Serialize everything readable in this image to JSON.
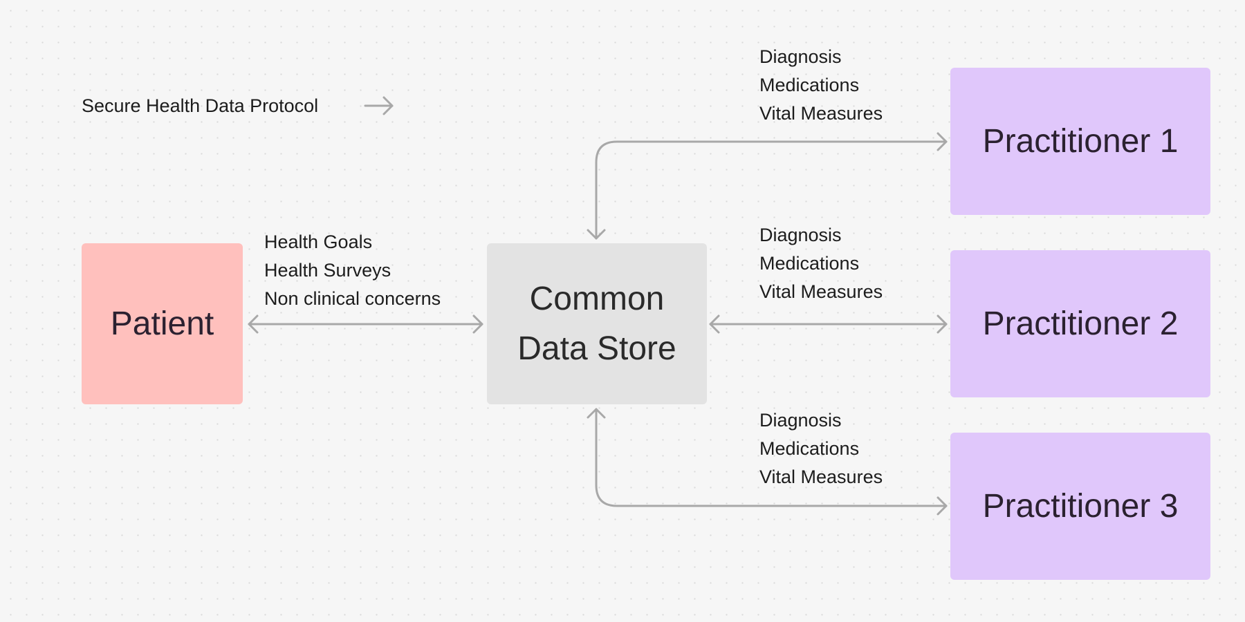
{
  "legend": {
    "text": "Secure Health Data Protocol"
  },
  "nodes": {
    "patient": {
      "label": "Patient",
      "color": "#ffc0bd"
    },
    "store": {
      "label": "Common\nData Store",
      "color": "#e3e3e3"
    },
    "practitioner_1": {
      "label": "Practitioner 1",
      "color": "#e0c7fb"
    },
    "practitioner_2": {
      "label": "Practitioner 2",
      "color": "#e0c7fb"
    },
    "practitioner_3": {
      "label": "Practitioner 3",
      "color": "#e0c7fb"
    }
  },
  "edge_labels": {
    "patient_store": [
      "Health Goals",
      "Health Surveys",
      "Non clinical concerns"
    ],
    "store_practitioner_1": [
      "Diagnosis",
      "Medications",
      "Vital Measures"
    ],
    "store_practitioner_2": [
      "Diagnosis",
      "Medications",
      "Vital Measures"
    ],
    "store_practitioner_3": [
      "Diagnosis",
      "Medications",
      "Vital Measures"
    ]
  },
  "colors": {
    "arrow": "#a8a8a8"
  }
}
